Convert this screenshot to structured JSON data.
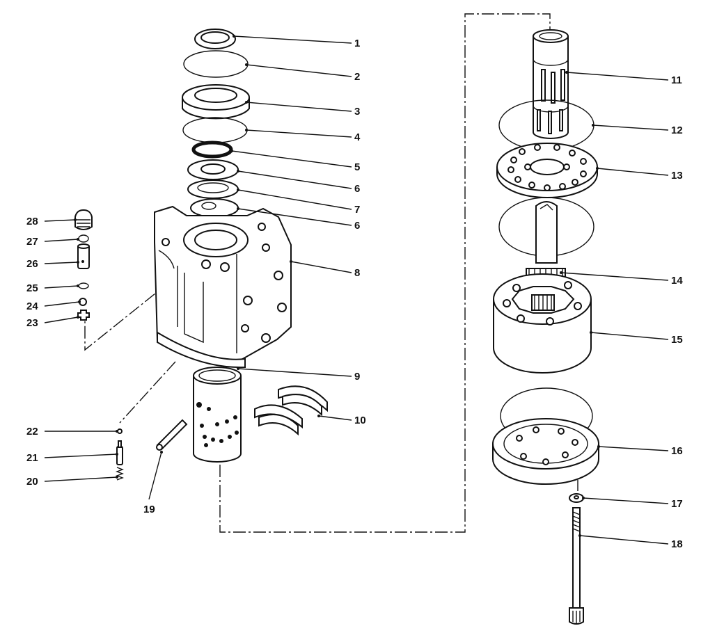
{
  "labels": {
    "l1": "1",
    "l2": "2",
    "l3": "3",
    "l4": "4",
    "l5": "5",
    "l6a": "6",
    "l7": "7",
    "l6b": "6",
    "l8": "8",
    "l9": "9",
    "l10": "10",
    "l11": "11",
    "l12": "12",
    "l13": "13",
    "l14": "14",
    "l15": "15",
    "l16": "16",
    "l17": "17",
    "l18": "18",
    "l19": "19",
    "l20": "20",
    "l21": "21",
    "l22": "22",
    "l23": "23",
    "l24": "24",
    "l25": "25",
    "l26": "26",
    "l27": "27",
    "l28": "28"
  }
}
